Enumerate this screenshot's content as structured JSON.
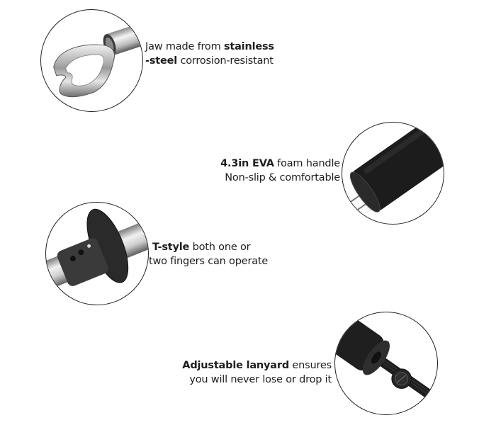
{
  "features": [
    {
      "id": "jaw",
      "image_icon": "stainless-steel-jaw-icon",
      "line1": {
        "normal_before": "Jaw made from ",
        "bold": "stainless",
        "normal_after": ""
      },
      "line2": {
        "normal_before": "",
        "bold": "-steel",
        "normal_after": " corrosion-resistant"
      }
    },
    {
      "id": "handle",
      "image_icon": "eva-foam-handle-icon",
      "line1": {
        "normal_before": "",
        "bold": "4.3in EVA",
        "normal_after": " foam handle"
      },
      "line2": {
        "normal_before": "Non-slip & comfortable",
        "bold": "",
        "normal_after": ""
      }
    },
    {
      "id": "trigger",
      "image_icon": "t-style-trigger-icon",
      "line1": {
        "normal_before": "",
        "bold": "T-style",
        "normal_after": " both one or"
      },
      "line2": {
        "normal_before": "two fingers can operate",
        "bold": "",
        "normal_after": ""
      }
    },
    {
      "id": "lanyard",
      "image_icon": "adjustable-lanyard-icon",
      "line1": {
        "normal_before": "",
        "bold": "Adjustable lanyard",
        "normal_after": " ensures"
      },
      "line2": {
        "normal_before": "you will never lose or drop it",
        "bold": "",
        "normal_after": ""
      }
    }
  ],
  "colors": {
    "background": "#ffffff",
    "text": "#1e1e1e",
    "circle_border": "#222222",
    "steel": "#c8c8c8",
    "foam_black": "#1c1c1c"
  }
}
